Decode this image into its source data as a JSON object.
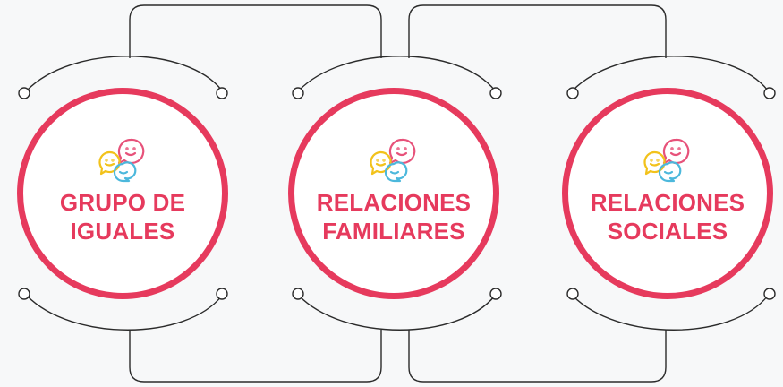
{
  "diagram": {
    "accent_color": "#e63a5d",
    "line_color": "#2b2b2b",
    "nodes": [
      {
        "label": "GRUPO DE\nIGUALES",
        "icon": "chat-bubbles-smiley-icon"
      },
      {
        "label": "RELACIONES\nFAMILIARES",
        "icon": "chat-bubbles-smiley-icon"
      },
      {
        "label": "RELACIONES\nSOCIALES",
        "icon": "chat-bubbles-smiley-icon"
      }
    ],
    "icon_colors": {
      "pink": "#e7527a",
      "yellow": "#f2c21b",
      "blue": "#4cb8dc"
    }
  }
}
